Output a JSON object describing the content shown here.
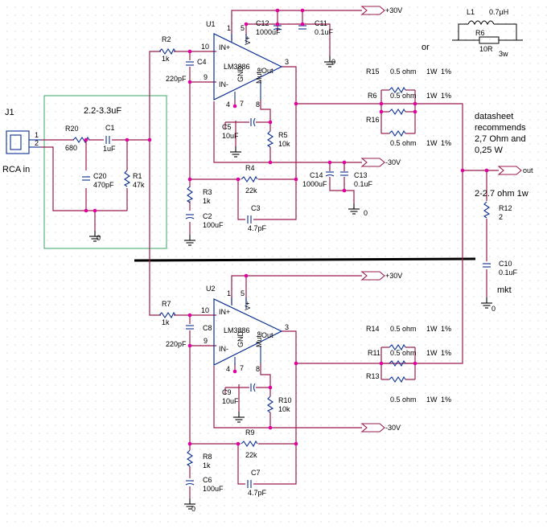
{
  "labels": {
    "u1": "U1",
    "u2": "U2",
    "chip1": "LM3886",
    "chip2": "LM3886",
    "pin_inp": "IN+",
    "pin_inn": "IN-",
    "pin_out": "Out",
    "pin_gnd": "GND",
    "pin_mute": "Mute",
    "pin_vp": "V+",
    "p10": "10",
    "p9": "9",
    "p3": "3",
    "p1": "1",
    "p5": "5",
    "p4": "4",
    "p7": "7",
    "p8": "8",
    "j1": "J1",
    "rca": "RCA in",
    "j1_p1": "1",
    "j1_p2": "2",
    "cap_note": "2.2-3.3uF",
    "r20": "R20",
    "r20v": "680",
    "c1": "C1",
    "c1v": "1uF",
    "c20": "C20",
    "c20v": "470pF",
    "r1": "R1",
    "r1v": "47k",
    "gnd0": "0",
    "r2": "R2",
    "r2v": "1k",
    "c4": "C4",
    "c4v": "220pF",
    "r3": "R3",
    "r3v": "1k",
    "c2": "C2",
    "c2v": "100uF",
    "r4": "R4",
    "r4v": "22k",
    "c3": "C3",
    "c3v": "4.7pF",
    "c5": "C5",
    "c5v": "10uF",
    "r5": "R5",
    "r5v": "10k",
    "c12": "C12",
    "c12v": "1000uF",
    "c11": "C11",
    "c11v": "0.1uF",
    "c14": "C14",
    "c14v": "1000uF",
    "c13": "C13",
    "c13v": "0.1uF",
    "vpos": "+30V",
    "vneg": "-30V",
    "out": "out",
    "r15": "R15",
    "r6": "R6",
    "r16": "R16",
    "rv": "0.5 ohm",
    "rw": "1W",
    "rt": "1%",
    "l1": "L1",
    "l1v": "0.7μH",
    "r6b": "R6",
    "r6bv": "10R",
    "r6bw": "3w",
    "or": "or",
    "ds1": "datasheet",
    "ds2": "recommends",
    "ds3": "2,7 Ohm and",
    "ds4": "0,25 W",
    "zobel_note": "2-2.7 ohm 1w",
    "r12": "R12",
    "r12v": "2",
    "c10": "C10",
    "c10v": "0.1uF",
    "mkt": "mkt",
    "r7": "R7",
    "r7v": "1k",
    "c8": "C8",
    "c8v": "220pF",
    "r8": "R8",
    "r8v": "1k",
    "c6": "C6",
    "c6v": "100uF",
    "r9": "R9",
    "r9v": "22k",
    "c7": "C7",
    "c7v": "4.7pF",
    "c9": "C9",
    "c9v": "10uF",
    "r10": "R10",
    "r10v": "10k",
    "r14": "R14",
    "r11": "R11",
    "r13": "R13"
  },
  "colors": {
    "wire": "#9b1b4e",
    "part": "#0b2f93",
    "junction": "#e000a0",
    "inputBox": "#3aa66a",
    "divider": "#000000"
  }
}
